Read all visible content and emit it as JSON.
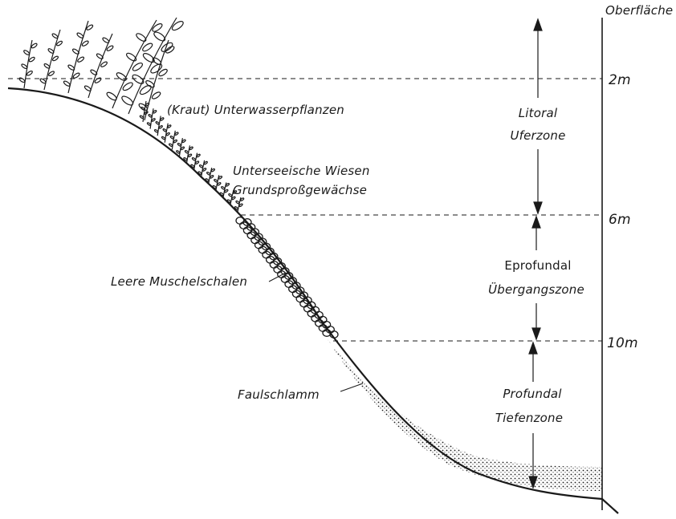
{
  "surface_label": "Oberfläche",
  "depth_marks": [
    {
      "label": "2m"
    },
    {
      "label": "6m"
    },
    {
      "label": "10m"
    }
  ],
  "zones": [
    {
      "name": "Litoral",
      "subtitle": "Uferzone"
    },
    {
      "name": "Eprofundal",
      "subtitle": "Übergangszone"
    },
    {
      "name": "Profundal",
      "subtitle": "Tiefenzone"
    }
  ],
  "annotations": {
    "plants": "(Kraut) Unterwasserpflanzen",
    "meadows_line1": "Unterseeische Wiesen",
    "meadows_line2": "Grundsproßgewächse",
    "shells": "Leere Muschelschalen",
    "sludge": "Faulschlamm"
  },
  "colors": {
    "ink": "#1a1a1a",
    "paper": "#ffffff"
  }
}
